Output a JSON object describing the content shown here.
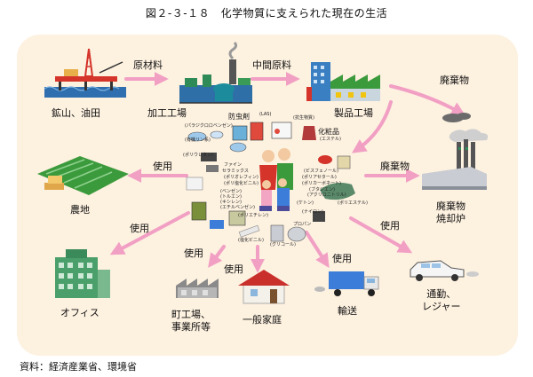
{
  "title": "図２-３-１８　化学物質に支えられた現在の生活",
  "source": "資料：経済産業省、環境省",
  "nodes": {
    "mine": "鉱山、油田",
    "processing": "加工工場",
    "factory": "製品工場",
    "incinerator_line1": "廃棄物",
    "incinerator_line2": "焼却炉",
    "farm": "農地",
    "office": "オフィス",
    "town_factory_line1": "町工場、",
    "town_factory_line2": "事業所等",
    "home": "一般家庭",
    "transport": "輸送",
    "commute_line1": "通勤、",
    "commute_line2": "レジャー"
  },
  "arrows": {
    "raw_material": "原材料",
    "intermediate": "中間原料",
    "waste_top": "廃棄物",
    "waste_middle": "廃棄物",
    "use_farm": "使用",
    "use_office": "使用",
    "use_town": "使用",
    "use_home": "使用",
    "use_transport": "使用",
    "use_commute": "使用"
  },
  "products": {
    "insect_repellent": "防虫剤",
    "las": "(LAS)",
    "paradichlorobenzene": "(パラジクロロベンゼン)",
    "organic_phosphorus": "(有機リン系)",
    "antibacterial": "(抗生物質)",
    "cosmetics": "化粧品",
    "ester": "(エステル)",
    "polyurethane": "(ポリウレタン)",
    "fine_ceramics_1": "ファイン",
    "fine_ceramics_2": "セラミックス",
    "polyolefin": "(ポリオレフィン)",
    "polyvinyl_chloride": "(ポリ塩化ビニル)",
    "bisphenol": "(ビスフェノール)",
    "polyacetal": "(ポリアセタール)",
    "polycarbonate": "(ポリカーボネート)",
    "benzene": "(ベンゼン)",
    "toluene": "(トルエン)",
    "xylene": "(キシレン)",
    "ethylbenzene": "(エチルベンゼン)",
    "butadiene": "(ブタジエン)",
    "acrylonitrile": "(アクリロニトリル)",
    "ketone": "(ケトン)",
    "polyethylene": "(ポリエチレン)",
    "nylon": "(ナイロン)",
    "polyester": "(ポリエステル)",
    "propane": "プロパン",
    "polyvinyl_chloride_2": "(塩化ビニル)",
    "glycol": "(グリコール)"
  },
  "colors": {
    "panel": "#fdf1e0",
    "arrow": "#f29fc4",
    "sea": "#2f6fb0",
    "rig": "#d4342a",
    "factory_blue": "#3a7fc1",
    "factory_green": "#2e8b57",
    "farm": "#3b9a3b",
    "office": "#4b9f6b",
    "roof": "#c9302c",
    "truck": "#3b7dd8"
  }
}
